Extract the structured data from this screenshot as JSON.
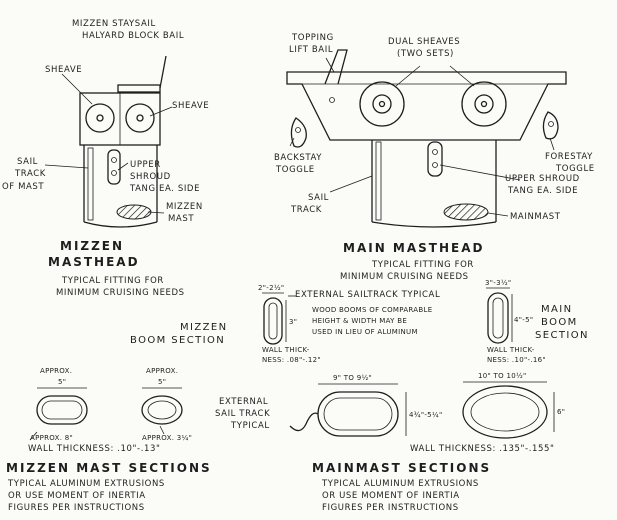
{
  "mizzen_head": {
    "staysail_1": "MIZZEN STAYSAIL",
    "staysail_2": "HALYARD BLOCK BAIL",
    "sheave_left": "SHEAVE",
    "sheave_right": "SHEAVE",
    "sail_track_1": "SAIL",
    "sail_track_2": "TRACK",
    "of_mast": "OF MAST",
    "upper_1": "UPPER",
    "upper_2": "SHROUD",
    "upper_3": "TANG EA. SIDE",
    "mizzen_mast_1": "MIZZEN",
    "mizzen_mast_2": "MAST",
    "title_1": "MIZZEN",
    "title_2": "MASTHEAD",
    "sub_1": "TYPICAL FITTING FOR",
    "sub_2": "MINIMUM CRUISING NEEDS"
  },
  "main_head": {
    "topping_1": "TOPPING",
    "topping_2": "LIFT BAIL",
    "dual_1": "DUAL SHEAVES",
    "dual_2": "(TWO SETS)",
    "backstay_1": "BACKSTAY",
    "backstay_2": "TOGGLE",
    "forestay_1": "FORESTAY",
    "forestay_2": "TOGGLE",
    "upper_1": "UPPER SHROUD",
    "upper_2": "TANG EA. SIDE",
    "sail_1": "SAIL",
    "sail_2": "TRACK",
    "mainmast": "MAINMAST",
    "title": "MAIN MASTHEAD",
    "sub_1": "TYPICAL FITTING FOR",
    "sub_2": "MINIMUM CRUISING NEEDS"
  },
  "boom": {
    "left_dim": "2\"-2½\"",
    "left_h": "3\"",
    "ext_track": "EXTERNAL SAILTRACK TYPICAL",
    "wood_1": "WOOD BOOMS OF COMPARABLE",
    "wood_2": "HEIGHT & WIDTH MAY BE",
    "wood_3": "USED IN LIEU OF ALUMINUM",
    "left_wall_1": "WALL THICK-",
    "left_wall_2": "NESS: .08\"-.12\"",
    "right_dim": "3\"-3½\"",
    "right_h": "4\"-5\"",
    "right_wall_1": "WALL THICK-",
    "right_wall_2": "NESS: .10\"-.16\"",
    "mizzen_boom_1": "MIZZEN",
    "mizzen_boom_2": "BOOM SECTION",
    "main_boom_1": "MAIN",
    "main_boom_2": "BOOM",
    "main_boom_3": "SECTION"
  },
  "mast_sections": {
    "approx5_a": "APPROX.",
    "approx5_a_val": "5\"",
    "approx5_b": "APPROX.",
    "approx5_b_val": "5\"",
    "approx8": "APPROX. 8\"",
    "approx34": "APPROX. 3¼\"",
    "mizzen_wall": "WALL THICKNESS: .10\"-.13\"",
    "ext_1": "EXTERNAL",
    "ext_2": "SAIL TRACK",
    "ext_3": "TYPICAL",
    "main_w1": "9\" TO 9½\"",
    "main_h1": "4¾\"-5¼\"",
    "main_w2": "10\" TO 10½\"",
    "main_h2": "6\"",
    "main_wall": "WALL THICKNESS: .135\"-.155\"",
    "mizzen_title": "MIZZEN MAST SECTIONS",
    "mizzen_sub_1": "TYPICAL ALUMINUM EXTRUSIONS",
    "mizzen_sub_2": "OR USE MOMENT OF INERTIA",
    "mizzen_sub_3": "FIGURES PER INSTRUCTIONS",
    "main_title": "MAINMAST SECTIONS",
    "main_sub_1": "TYPICAL ALUMINUM EXTRUSIONS",
    "main_sub_2": "OR USE MOMENT OF INERTIA",
    "main_sub_3": "FIGURES PER INSTRUCTIONS"
  }
}
